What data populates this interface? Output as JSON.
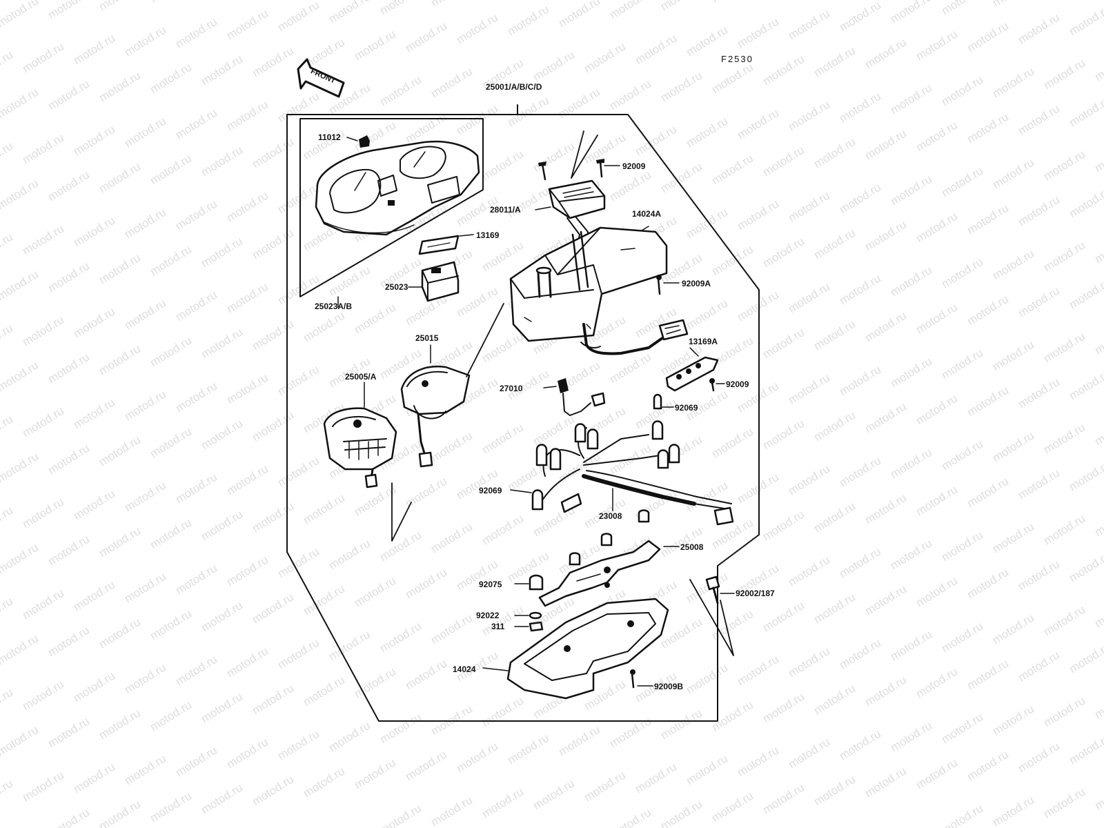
{
  "watermark": "motod.ru",
  "figure_code": "F2530",
  "front_label": "FRONT",
  "colors": {
    "ink": "#111111",
    "paper": "#ffffff",
    "watermark": "#dedede"
  },
  "labels": {
    "assembly": "25001/A/B/C/D",
    "p11012": "11012",
    "p13169": "13169",
    "p25023": "25023",
    "p25023ab": "25023A/B",
    "p92009_top": "92009",
    "p28011": "28011/A",
    "p14024a": "14024A",
    "p92009a": "92009A",
    "p13169a": "13169A",
    "p92009_mid": "92009",
    "p25015": "25015",
    "p25005": "25005/A",
    "p27010": "27010",
    "p92069_right": "92069",
    "p92069_left": "92069",
    "p23008": "23008",
    "p25008": "25008",
    "p92075": "92075",
    "p92022": "92022",
    "p311": "311",
    "p92002": "92002/187",
    "p14024": "14024",
    "p92009b": "92009B"
  }
}
